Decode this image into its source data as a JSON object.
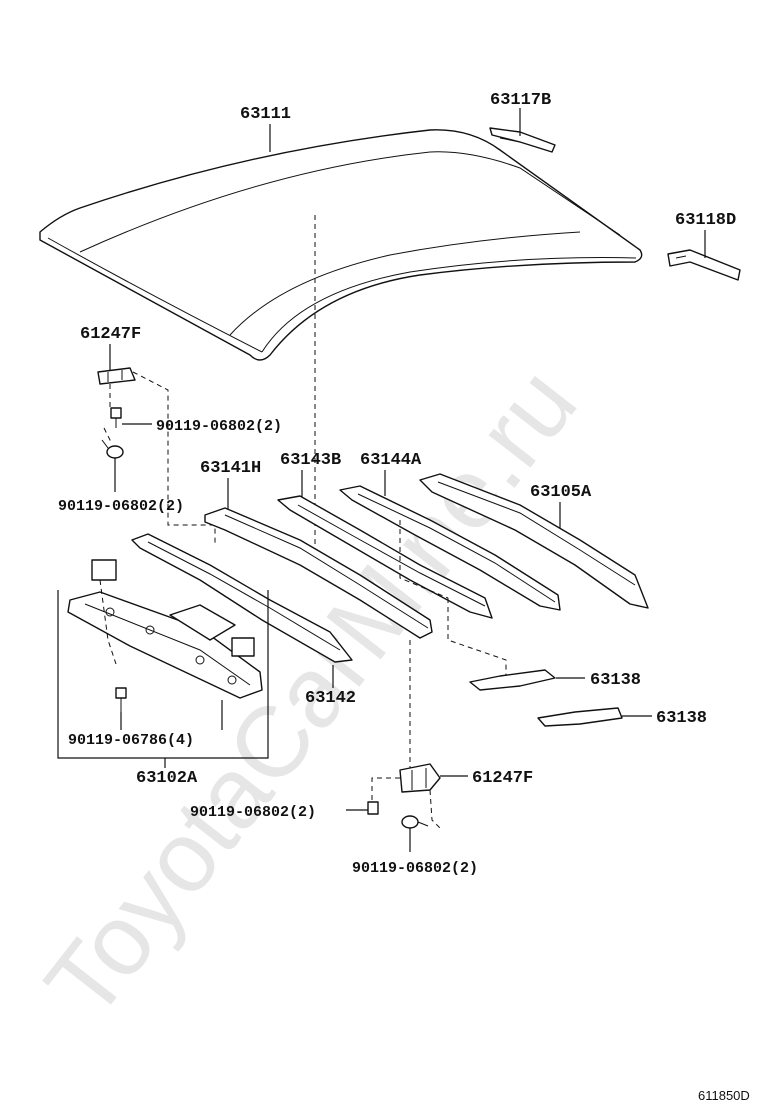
{
  "watermark": "ToyotaCarMine.ru",
  "figure_code": "611850D",
  "callouts": {
    "roof_panel": "63111",
    "drip_front": "63117B",
    "drip_rear": "63118D",
    "bracket_upper": "61247F",
    "bolt_a": "90119-06802(2)",
    "bolt_b": "90119-06802(2)",
    "reinf_141": "63141H",
    "reinf_143": "63143B",
    "reinf_144": "63144A",
    "reinf_105": "63105A",
    "reinf_142": "63142",
    "pad_1": "63138",
    "pad_2": "63138",
    "bolt_c": "90119-06786(4)",
    "panel_102": "63102A",
    "bracket_lower": "61247F",
    "bolt_d": "90119-06802(2)",
    "bolt_e": "90119-06802(2)"
  }
}
